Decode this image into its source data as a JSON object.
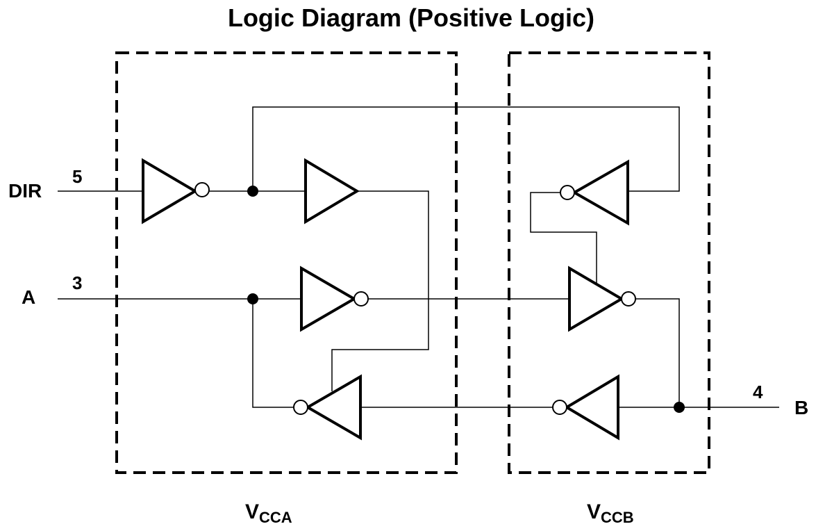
{
  "title": "Logic Diagram (Positive Logic)",
  "signals": {
    "dir": {
      "label": "DIR",
      "pin": "5"
    },
    "a": {
      "label": "A",
      "pin": "3"
    },
    "b": {
      "label": "B",
      "pin": "4"
    }
  },
  "supplies": {
    "vcca": {
      "main": "V",
      "sub": "CCA"
    },
    "vccb": {
      "main": "V",
      "sub": "CCB"
    }
  }
}
